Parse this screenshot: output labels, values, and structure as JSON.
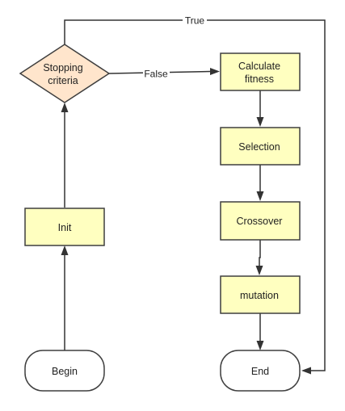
{
  "nodes": {
    "stopping_criteria": {
      "shape": "diamond",
      "line1": "Stopping",
      "line2": "criteria"
    },
    "calculate_fitness": {
      "shape": "rectangle",
      "line1": "Calculate",
      "line2": "fitness"
    },
    "selection": {
      "shape": "rectangle",
      "label": "Selection"
    },
    "crossover": {
      "shape": "rectangle",
      "label": "Crossover"
    },
    "mutation": {
      "shape": "rectangle",
      "label": "mutation"
    },
    "init": {
      "shape": "rectangle",
      "label": "Init"
    },
    "begin": {
      "shape": "rounded",
      "label": "Begin"
    },
    "end": {
      "shape": "rounded",
      "label": "End"
    }
  },
  "edges": [
    {
      "from": "begin",
      "to": "init",
      "label": ""
    },
    {
      "from": "init",
      "to": "stopping_criteria",
      "label": ""
    },
    {
      "from": "stopping_criteria",
      "to": "calculate_fitness",
      "label": "False"
    },
    {
      "from": "stopping_criteria",
      "to": "end",
      "label": "True"
    },
    {
      "from": "calculate_fitness",
      "to": "selection",
      "label": ""
    },
    {
      "from": "selection",
      "to": "crossover",
      "label": ""
    },
    {
      "from": "crossover",
      "to": "mutation",
      "label": ""
    },
    {
      "from": "mutation",
      "to": "end",
      "label": ""
    }
  ],
  "edge_labels": {
    "true": "True",
    "false": "False"
  },
  "colors": {
    "process_fill": "#ffffc0",
    "decision_fill": "#ffe5cc",
    "terminal_fill": "#ffffff",
    "stroke": "#3f3f3f",
    "arrow": "#333333"
  }
}
